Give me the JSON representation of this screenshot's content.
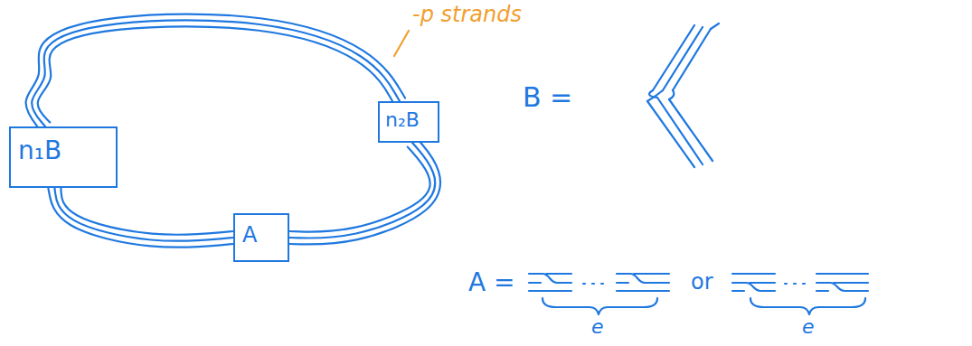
{
  "diagram": {
    "nodes": [
      {
        "text": [
          "n₁B"
        ]
      },
      {
        "text": [
          "A"
        ]
      },
      {
        "text": [
          "n₂B"
        ]
      }
    ],
    "edges": [
      {
        "from": 0,
        "to": 1,
        "arrow": "none"
      },
      {
        "from": 1,
        "to": 2,
        "arrow": "none"
      },
      {
        "from": 2,
        "to": 0,
        "arrow": "none"
      }
    ],
    "labels": [
      "-p strands",
      "B =",
      "A =",
      "or",
      "e",
      "e"
    ]
  }
}
